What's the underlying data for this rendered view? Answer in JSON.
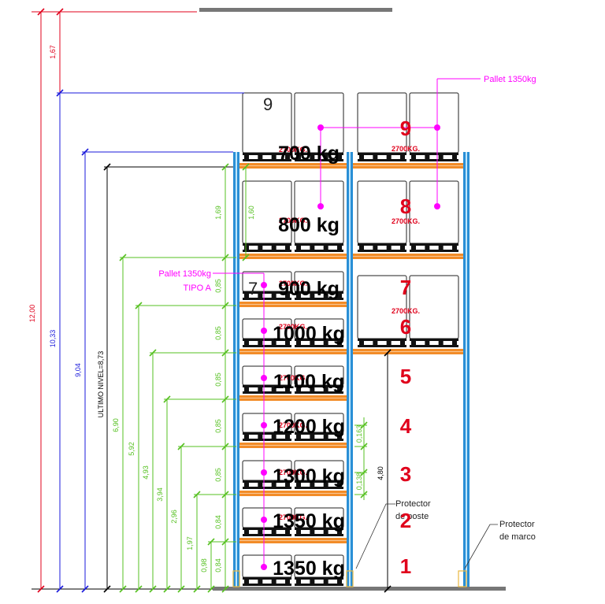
{
  "colors": {
    "upright": "#2a8fd6",
    "upright_inner": "#9fd4f4",
    "beam": "#f28c28",
    "capacity_text": "#e0001b",
    "level_number": "#e0001b",
    "total_dim": "#e0001b",
    "blue_dim": "#1a1adb",
    "level_dim": "#55c020",
    "callout": "#ff00ff",
    "ground": "#555555"
  },
  "icons": [
    "pallet-icon",
    "pallet-box-icon",
    "dimension-arrow-icon"
  ],
  "left_bay_levels": [
    {
      "load": "1350 kg",
      "cap": ""
    },
    {
      "load": "1350 kg",
      "cap": "2700KG."
    },
    {
      "load": "1300 kg",
      "cap": "2700KG."
    },
    {
      "load": "1200 kg",
      "cap": "2700KG."
    },
    {
      "load": "1100 kg",
      "cap": "2700KG."
    },
    {
      "load": "1000 kg",
      "cap": "2700KG."
    },
    {
      "load": "900 kg",
      "cap": "2700KG."
    },
    {
      "load": "800 kg",
      "cap": "2700KG."
    },
    {
      "load": "700 kg",
      "cap": "2700KG."
    }
  ],
  "left_box_digits": {
    "level7": "7",
    "level9": "9"
  },
  "right_bay_levels": [
    {
      "num": "1",
      "cap": ""
    },
    {
      "num": "2",
      "cap": ""
    },
    {
      "num": "3",
      "cap": ""
    },
    {
      "num": "4",
      "cap": ""
    },
    {
      "num": "5",
      "cap": ""
    },
    {
      "num": "6",
      "cap": ""
    },
    {
      "num": "7",
      "cap": "2700KG."
    },
    {
      "num": "8",
      "cap": "2700KG."
    },
    {
      "num": "9",
      "cap": "2700KG."
    }
  ],
  "dimensions": {
    "total": "12,00",
    "top_gap": "1,67",
    "blue_1": "10,33",
    "blue_2": "9,04",
    "last_level": "ULTIMO NIVEL=8,73",
    "heights": [
      "6,90",
      "5,92",
      "4,93",
      "3,94",
      "2,96",
      "1,97",
      "0,98"
    ],
    "spacings": [
      "0,84",
      "0,84",
      "0,85",
      "0,85",
      "0,85",
      "0,85",
      "0,85",
      "1,60",
      "1,69"
    ],
    "small": [
      "0,163",
      "0,138"
    ],
    "right_height": "4,80"
  },
  "callouts": {
    "pallet_top": "Pallet 1350kg",
    "pallet_left_line1": "Pallet 1350kg",
    "pallet_left_line2": "TIPO A",
    "protector_post_line1": "Protector",
    "protector_post_line2": "de poste",
    "protector_frame_line1": "Protector",
    "protector_frame_line2": "de marco"
  }
}
